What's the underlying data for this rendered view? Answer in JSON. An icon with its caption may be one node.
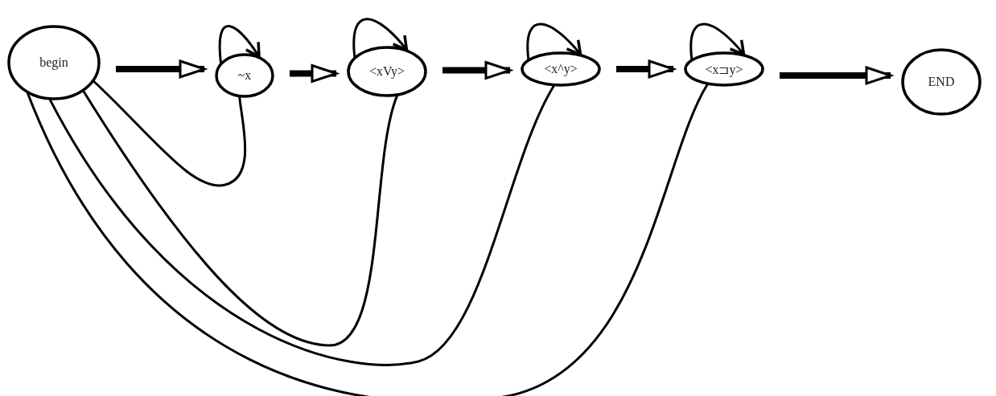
{
  "diagram": {
    "nodes": [
      {
        "text": [
          "begin"
        ]
      },
      {
        "text": [
          "~x"
        ]
      },
      {
        "text": [
          "<xVy>"
        ]
      },
      {
        "text": [
          "<x^y>"
        ]
      },
      {
        "text": [
          "<x⊐y>"
        ]
      },
      {
        "text": [
          "END"
        ]
      }
    ],
    "edges": [
      {
        "from": 0,
        "to": 1,
        "arrow": "to",
        "style": "thick"
      },
      {
        "from": 1,
        "to": 2,
        "arrow": "to",
        "style": "thick"
      },
      {
        "from": 2,
        "to": 3,
        "arrow": "to",
        "style": "thick"
      },
      {
        "from": 3,
        "to": 4,
        "arrow": "to",
        "style": "thick"
      },
      {
        "from": 4,
        "to": 5,
        "arrow": "to",
        "style": "thick"
      },
      {
        "from": 1,
        "to": 1,
        "arrow": "to"
      },
      {
        "from": 2,
        "to": 2,
        "arrow": "to"
      },
      {
        "from": 3,
        "to": 3,
        "arrow": "to"
      },
      {
        "from": 4,
        "to": 4,
        "arrow": "to"
      },
      {
        "from": 0,
        "to": 1,
        "arrow": "none"
      },
      {
        "from": 0,
        "to": 2,
        "arrow": "none"
      },
      {
        "from": 0,
        "to": 3,
        "arrow": "none"
      },
      {
        "from": 0,
        "to": 4,
        "arrow": "none"
      }
    ]
  }
}
